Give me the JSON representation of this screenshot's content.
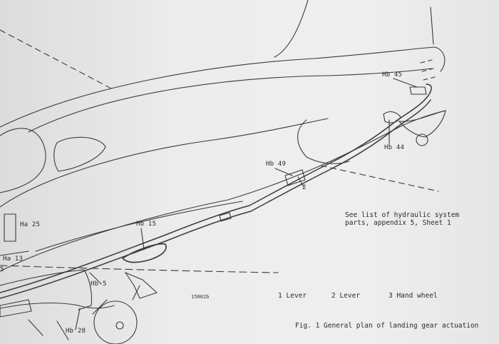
{
  "labels": {
    "hb45": "Hb 45",
    "hb44": "Hb 44",
    "hb49": "Hb 49",
    "callout2": "2",
    "hb15": "Hb 15",
    "ha25": "Ha 25",
    "ha13": "Ha 13",
    "edge5": "5",
    "hb5": "Hb 5",
    "hb28": "Hb 28"
  },
  "note": {
    "line1": "See list of hydraulic system",
    "line2": "parts, appendix 5, Sheet 1"
  },
  "drawing_number": "15002b",
  "legend": {
    "item1": "1 Lever",
    "item2": "2 Lever",
    "item3": "3 Hand wheel"
  },
  "caption": "Fig. 1  General plan of landing gear actuation"
}
